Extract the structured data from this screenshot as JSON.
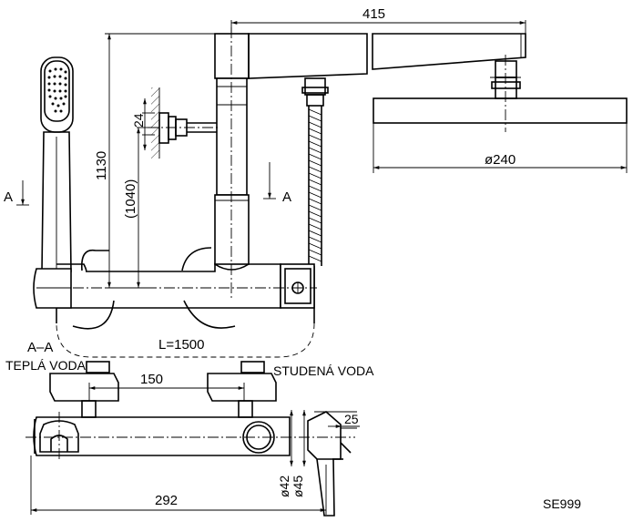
{
  "dimensions": {
    "shower_arm_length": "415",
    "head_diameter": "ø240",
    "height_total": "1130",
    "height_axis": "(1040)",
    "wall_offset": "24",
    "hose_length": "L=1500",
    "inlet_spacing": "150",
    "overall_width": "292",
    "diverter_offset": "25",
    "pipe_dia_1": "ø42",
    "pipe_dia_2": "ø45"
  },
  "labels": {
    "section_mark_left": "A",
    "section_mark_right": "A",
    "section_title": "A–A",
    "hot_water": "TEPLÁ VODA",
    "cold_water": "STUDENÁ VODA",
    "model_code": "SE999"
  }
}
